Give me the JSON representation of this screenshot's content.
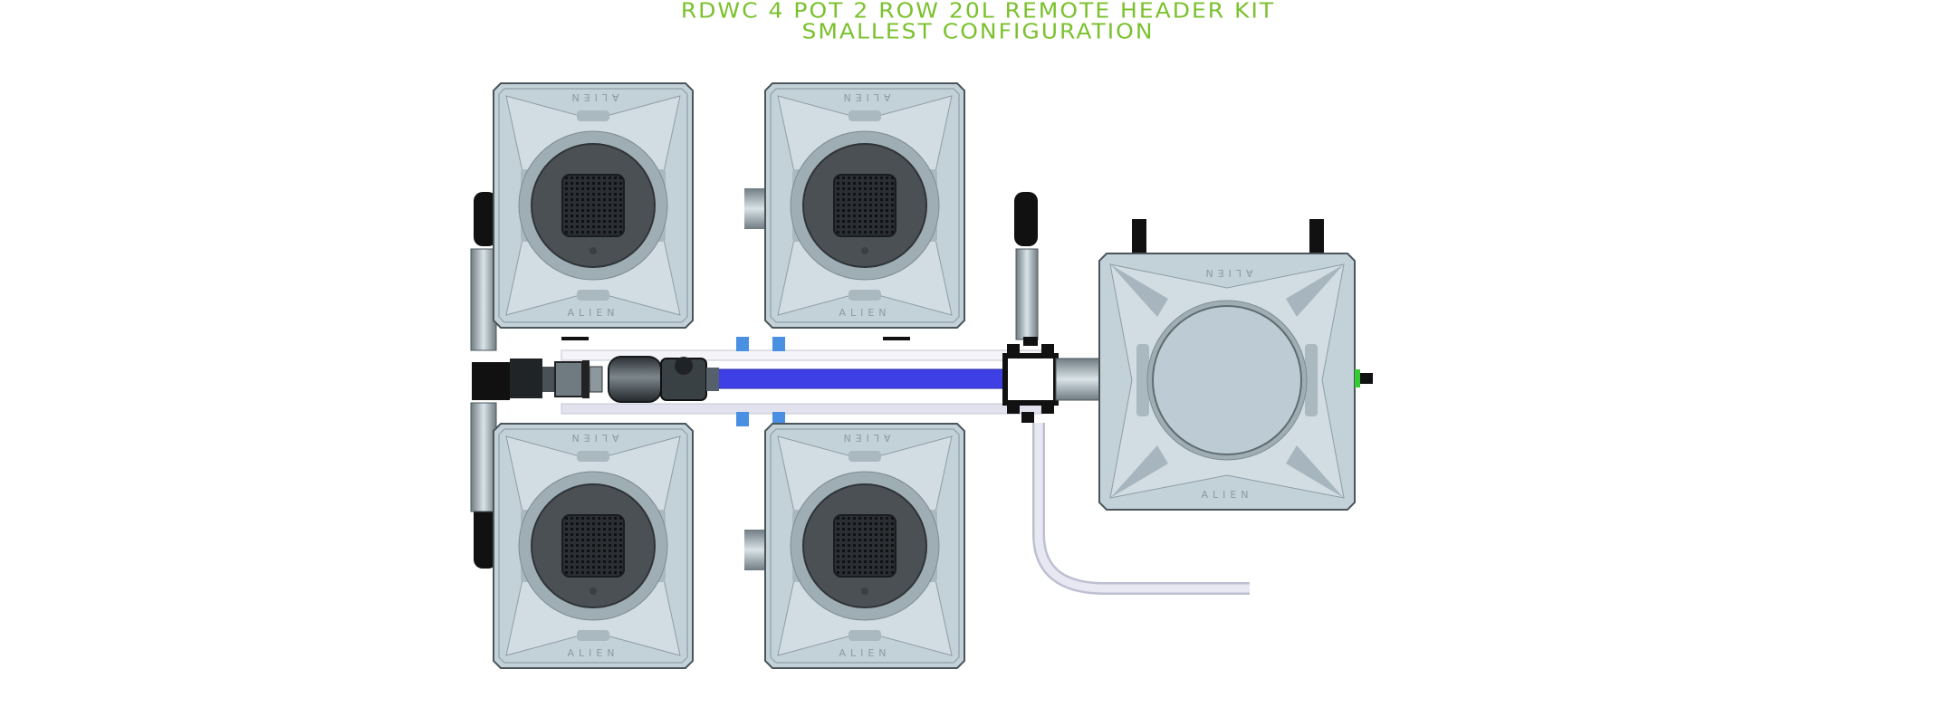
{
  "title": {
    "line1": "RDWC 4 POT 2 ROW 20L REMOTE HEADER KIT",
    "line2": "SMALLEST CONFIGURATION"
  },
  "brand": "ALIEN",
  "colors": {
    "title": "#7ac12d",
    "pot_body": "#c3d1d9",
    "pipe_blue": "#3f3fe6",
    "collar_blue": "#4a90e2",
    "tube_white": "#e2e2ee",
    "fitting_black": "#111111",
    "valve_green": "#33cc33"
  },
  "components": {
    "pots": [
      {
        "name": "pot-top-left"
      },
      {
        "name": "pot-top-right"
      },
      {
        "name": "pot-bottom-left"
      },
      {
        "name": "pot-bottom-right"
      }
    ],
    "header_tank": "remote-header-tank",
    "pump": "inline-pump",
    "return_pipe": "blue-return-pipe",
    "drain_hose": "drain-hose"
  }
}
